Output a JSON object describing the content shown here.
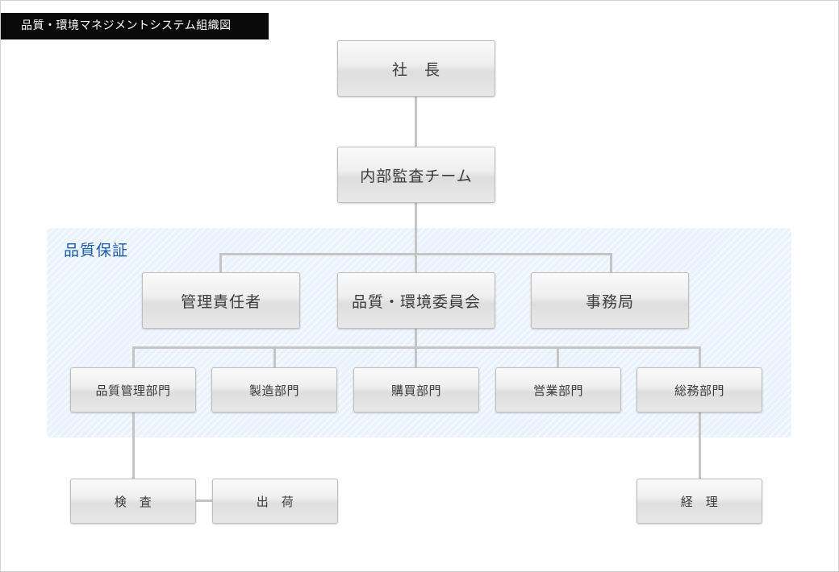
{
  "page_title": "品質・環境マネジメントシステム組織図",
  "quality_assurance": {
    "label": "品質保証"
  },
  "nodes": {
    "president": "社　長",
    "internal_audit": "内部監査チーム",
    "management_rep": "管理責任者",
    "committee": "品質・環境委員会",
    "secretariat": "事務局",
    "qc_dept": "品質管理部門",
    "manufacturing": "製造部門",
    "purchasing": "購買部門",
    "sales": "営業部門",
    "general_affairs": "総務部門",
    "inspection": "検　査",
    "shipping": "出　荷",
    "accounting": "経　理"
  }
}
